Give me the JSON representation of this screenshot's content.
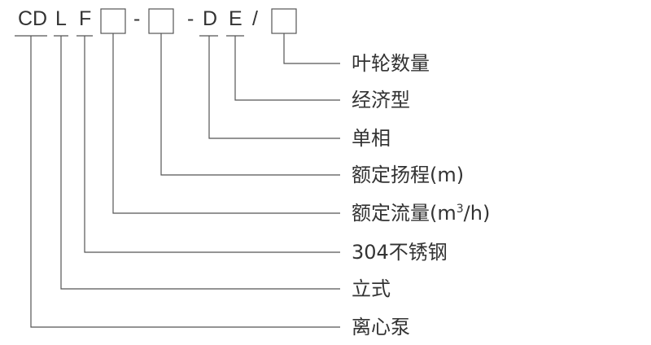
{
  "code": {
    "c": "C",
    "d": "D",
    "l": "L",
    "f": "F",
    "dash1": "-",
    "dash2": "-",
    "d2": "D",
    "e": "E",
    "slash": "/"
  },
  "labels": {
    "impeller_count": "叶轮数量",
    "economic": "经济型",
    "single_phase": "单相",
    "rated_head_prefix": "额定扬程(m)",
    "rated_flow_prefix": "额定流量(m",
    "rated_flow_sup": "3",
    "rated_flow_suffix": "/h)",
    "material": "304不锈钢",
    "vertical": "立式",
    "centrifugal": "离心泵"
  },
  "colors": {
    "text": "#333333",
    "line": "#555555"
  }
}
